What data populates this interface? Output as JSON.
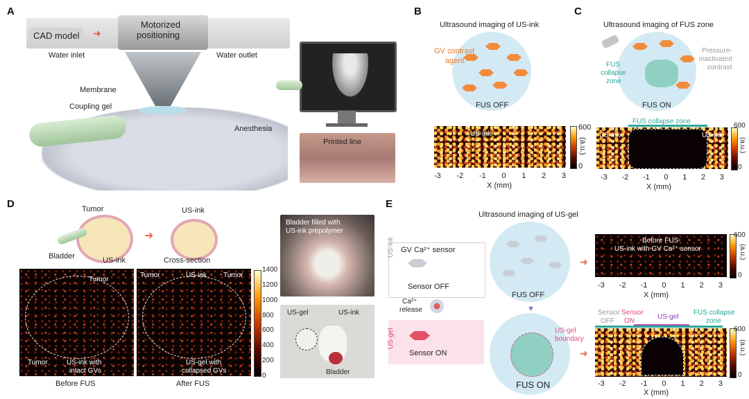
{
  "panels": {
    "A": {
      "label": "A",
      "cad_model": "CAD model",
      "motorized": "Motorized",
      "positioning": "positioning",
      "water_inlet": "Water inlet",
      "water_outlet": "Water outlet",
      "membrane": "Membrane",
      "coupling_gel": "Coupling gel",
      "anesthesia": "Anesthesia",
      "printed_line": "Printed line"
    },
    "B": {
      "label": "B",
      "title": "Ultrasound imaging of US-ink",
      "gv_contrast_1": "GV contrast",
      "gv_contrast_2": "agent",
      "fus_state": "FUS OFF",
      "region_label": "US-ink",
      "cbar_max": "600",
      "cbar_min": "0",
      "cbar_unit": "(a.u.)",
      "xticks": [
        "-3",
        "-2",
        "-1",
        "0",
        "1",
        "2",
        "3"
      ],
      "xlabel": "X (mm)"
    },
    "C": {
      "label": "C",
      "title": "Ultrasound imaging of FUS zone",
      "fus_1": "FUS",
      "fus_2": "collapse",
      "fus_3": "zone",
      "pressure_1": "Pressure-",
      "pressure_2": "inactivated",
      "pressure_3": "contrast",
      "fus_state": "FUS ON",
      "collapse_zone": "FUS collapse zone",
      "left_label": "US-ink",
      "right_label": "US-ink",
      "cbar_max": "600",
      "cbar_min": "0",
      "cbar_unit": "(a.u.)",
      "xticks": [
        "-3",
        "-2",
        "-1",
        "0",
        "1",
        "2",
        "3"
      ],
      "xlabel": "X (mm)"
    },
    "D": {
      "label": "D",
      "tumor": "Tumor",
      "bladder": "Bladder",
      "us_ink": "US-ink",
      "cs_us_ink": "US-ink",
      "cross_section": "Cross-section",
      "img1_tumor_top": "Tumor",
      "img1_tumor_bottom": "Tumor",
      "img1_usink_1": "US-ink with",
      "img1_usink_2": "intact GVs",
      "img2_tumor_left": "Tumor",
      "img2_usink": "US-ink",
      "img2_tumor_right": "Tumor",
      "img2_usgel_1": "US-gel with",
      "img2_usgel_2": "collapsed GVs",
      "before": "Before FUS",
      "after": "After FUS",
      "cbar_ticks": [
        "1400",
        "1200",
        "1000",
        "800",
        "600",
        "400",
        "200",
        "0"
      ],
      "photo1_1": "Bladder filled with",
      "photo1_2": "US-ink prepolymer",
      "photo2_usgel": "US-gel",
      "photo2_usink": "US-ink",
      "photo2_bladder": "Bladder"
    },
    "E": {
      "label": "E",
      "title": "Ultrasound imaging of US-gel",
      "sensor_title": "GV Ca²⁺ sensor",
      "side_usink": "US-ink",
      "side_usgel": "US-gel",
      "sensor_off": "Sensor OFF",
      "ca_1": "Ca²⁺",
      "ca_2": "release",
      "sensor_on": "Sensor ON",
      "fus_off": "FUS OFF",
      "fus_on": "FUS ON",
      "usgel_boundary_1": "US-gel",
      "usgel_boundary_2": "boundary",
      "before_fus": "Before FUS",
      "usink_with_sensor": "US-ink with GV Ca²⁺ sensor",
      "top_cbar_max": "600",
      "top_cbar_min": "0",
      "top_cbar_unit": "(a.u.)",
      "top_xticks": [
        "-3",
        "-2",
        "-1",
        "0",
        "1",
        "2",
        "3"
      ],
      "top_xlabel": "X (mm)",
      "sensor_off_1": "Sensor",
      "sensor_off_2": "OFF",
      "sensor_on_1": "Sensor",
      "sensor_on_2": "ON",
      "usgel_label": "US-gel",
      "fus_collapse_1": "FUS collapse",
      "fus_collapse_2": "zone",
      "bottom_cbar_max": "600",
      "bottom_cbar_min": "0",
      "bottom_cbar_unit": "(a.u.)",
      "bottom_xticks": [
        "-3",
        "-2",
        "-1",
        "0",
        "1",
        "2",
        "3"
      ],
      "bottom_xlabel": "X (mm)"
    }
  },
  "colors": {
    "accent_orange": "#e07a2f",
    "teal": "#2aa69a",
    "pink": "#e0487d",
    "grey": "#9a9a9a"
  }
}
